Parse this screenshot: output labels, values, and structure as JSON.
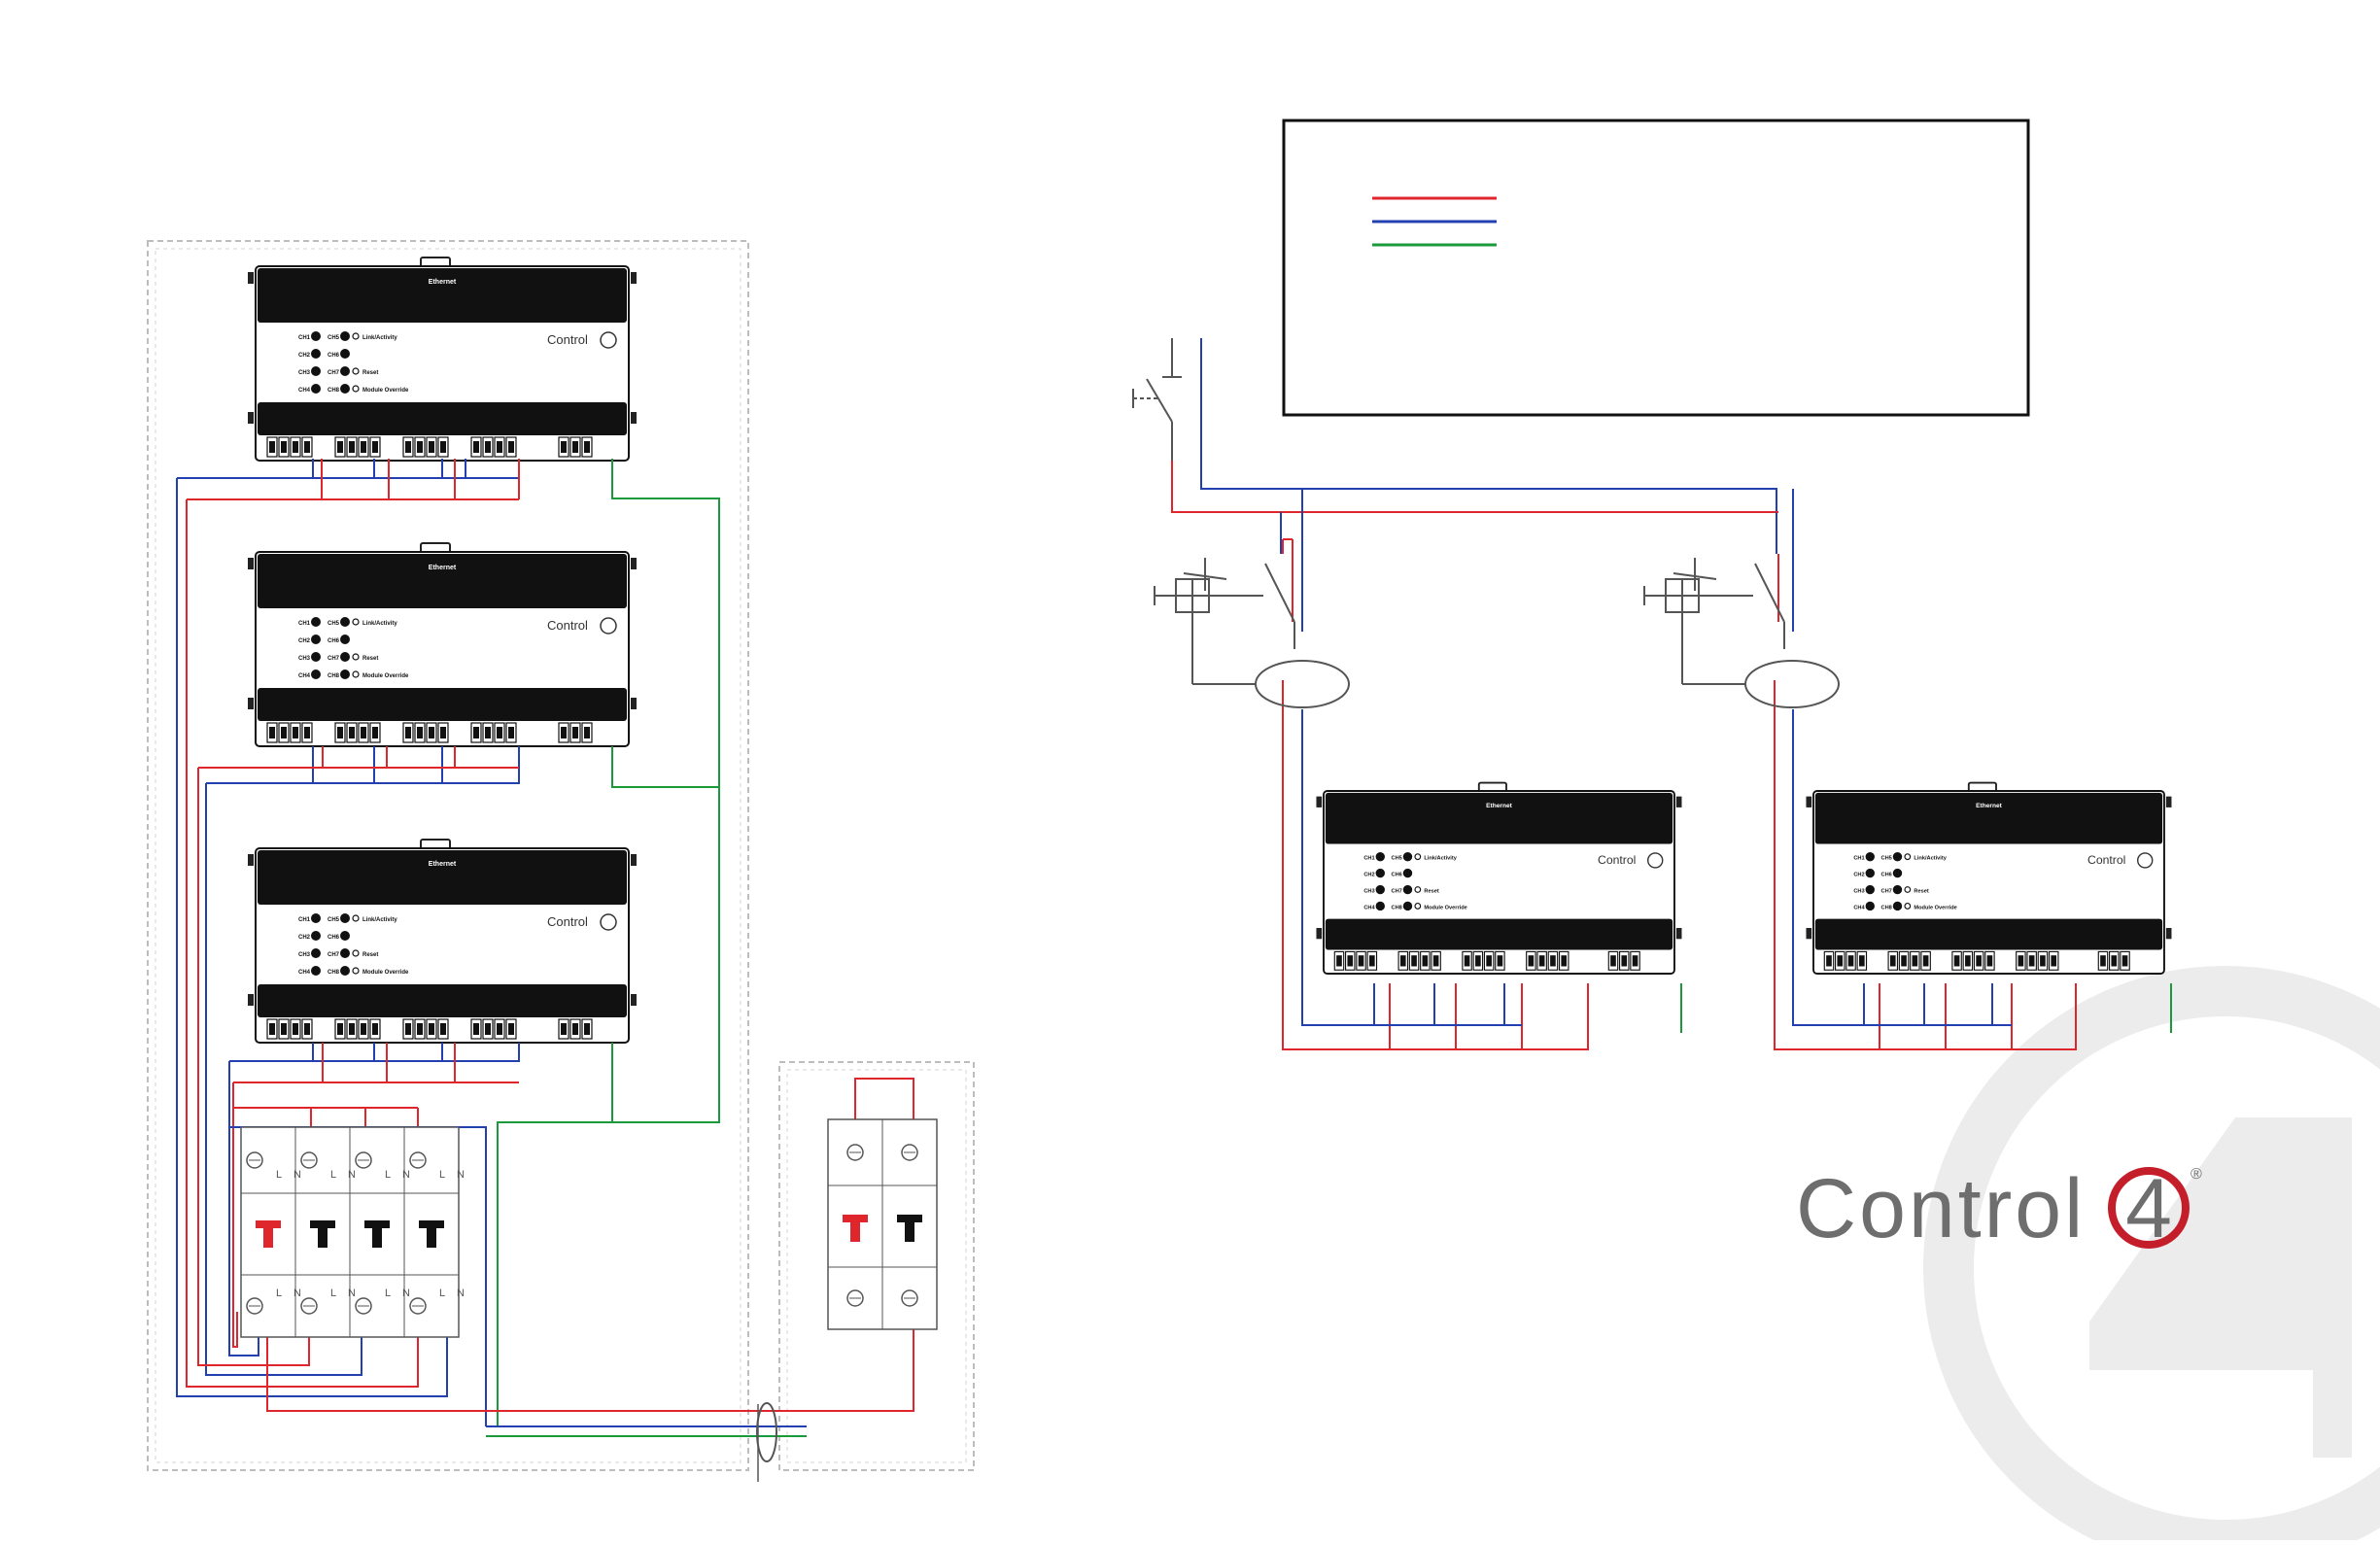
{
  "module": {
    "header_label": "Ethernet",
    "brand": "Control",
    "channel_labels": [
      "CH1",
      "CH2",
      "CH3",
      "CH4"
    ],
    "channel_labels_right": [
      "CH5",
      "CH6",
      "CH7",
      "CH8"
    ],
    "status_labels": [
      "Link/Activity",
      "",
      "Reset",
      "Module Override"
    ]
  },
  "breaker_labels": {
    "line": "L",
    "neutral": "N"
  },
  "logo": {
    "word": "Control",
    "digit": "4",
    "reg": "®"
  },
  "colors": {
    "line": "#e0262d",
    "neutral": "#2340b0",
    "earth": "#1a9a3a",
    "module_black": "#111111",
    "logo_grey": "#6e6e6e",
    "logo_red": "#c41e2a",
    "watermark": "#ececec",
    "dashed": "#bdbdbd"
  }
}
